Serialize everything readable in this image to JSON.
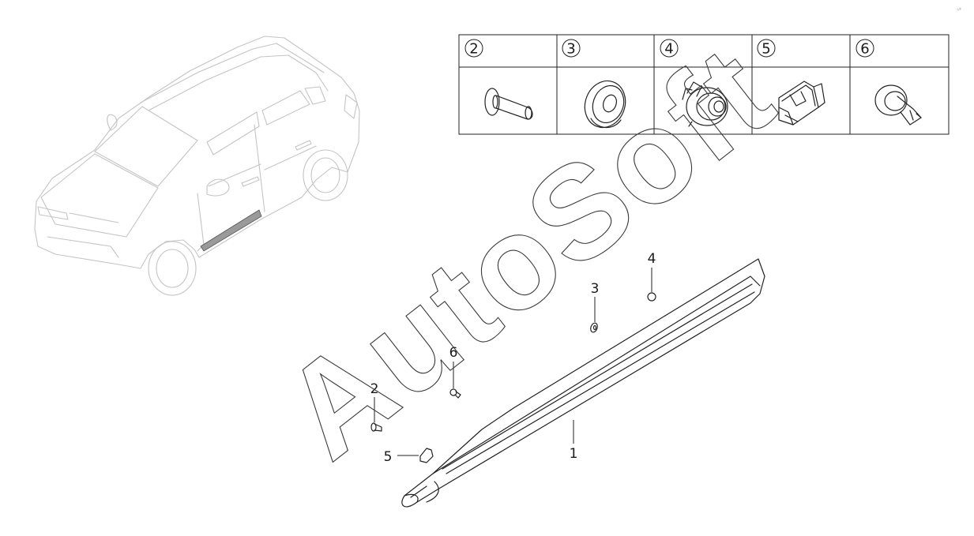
{
  "watermark": "AutoSoft",
  "corner_mark": "5#",
  "legend_table": {
    "columns": [
      {
        "number": "2",
        "icon": "trim-rivet-icon"
      },
      {
        "number": "3",
        "icon": "grommet-icon"
      },
      {
        "number": "4",
        "icon": "push-clip-icon"
      },
      {
        "number": "5",
        "icon": "retainer-clip-icon"
      },
      {
        "number": "6",
        "icon": "screw-rivet-icon"
      }
    ]
  },
  "callouts": {
    "c1": "1",
    "c2": "2",
    "c3": "3",
    "c4": "4",
    "c5": "5",
    "c6": "6"
  }
}
